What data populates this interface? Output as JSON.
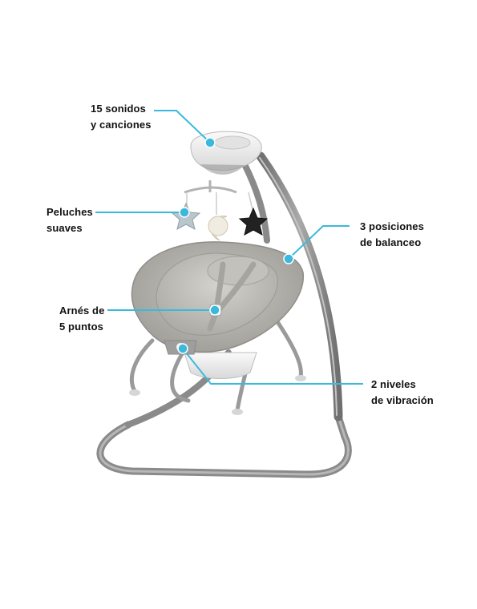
{
  "callouts": {
    "sounds": {
      "line1": "15 sonidos",
      "line2": "y canciones"
    },
    "plush": {
      "line1": "Peluches",
      "line2": "suaves"
    },
    "swing": {
      "line1": "3 posiciones",
      "line2": "de balanceo"
    },
    "harness": {
      "line1": "Arnés de",
      "line2": "5 puntos"
    },
    "vibration": {
      "line1": "2 niveles",
      "line2": "de vibración"
    }
  },
  "colors": {
    "accent": "#3bb9dc",
    "frame": "#8e8e8e",
    "fabric": "#b9b7b2",
    "fabric_dark": "#9c9a95",
    "plastic": "#f1f1f1"
  },
  "icons": {
    "plush_star": "star-plush-icon",
    "plush_moon": "moon-plush-icon"
  }
}
